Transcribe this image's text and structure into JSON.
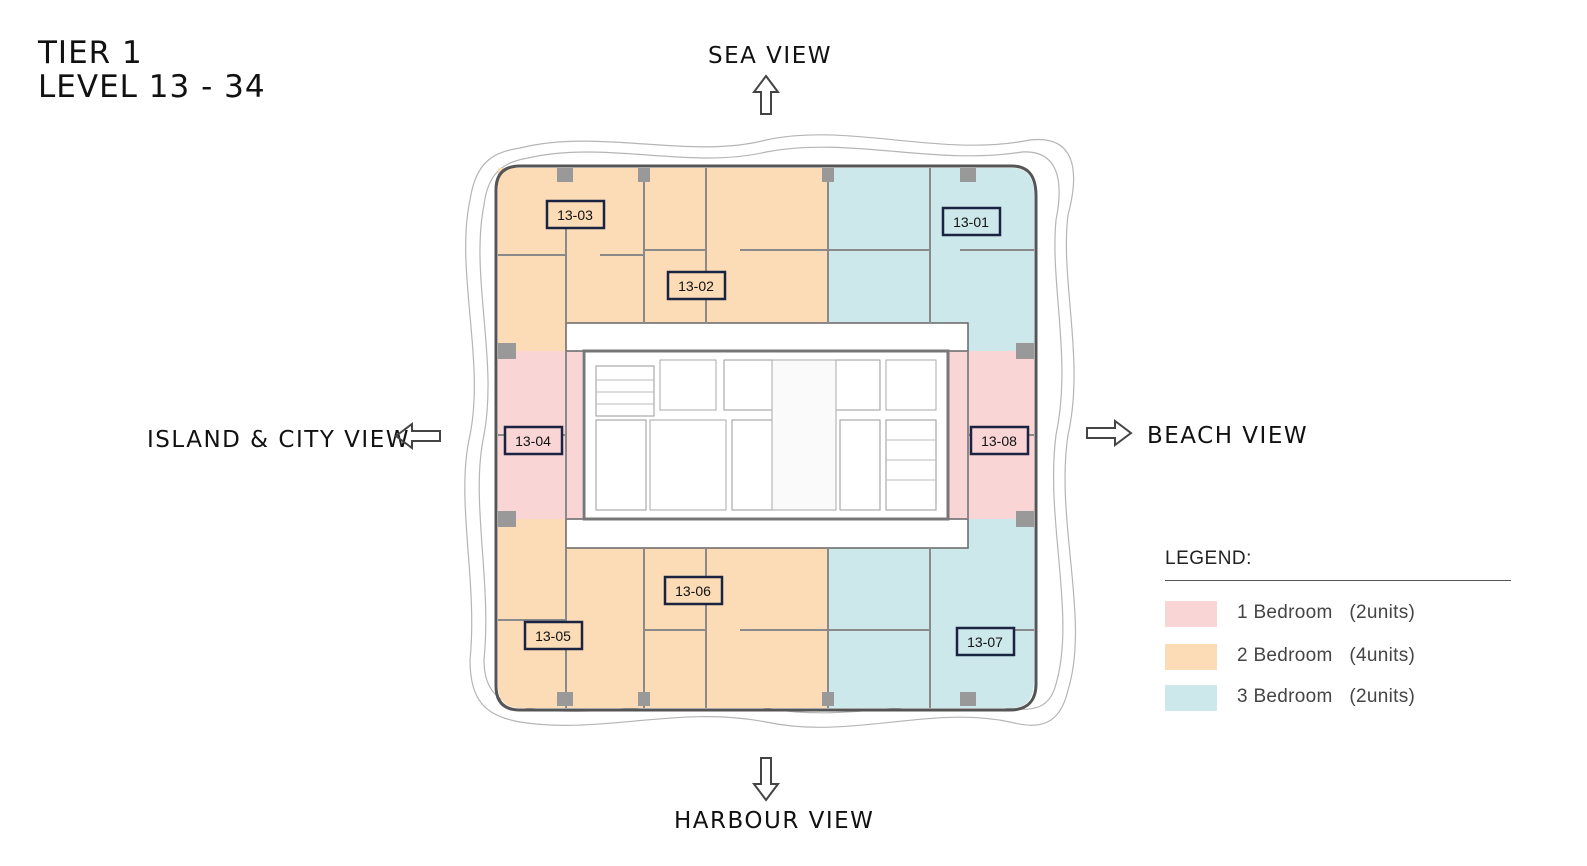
{
  "title": {
    "line1": "TIER 1",
    "line2": "LEVEL 13 - 34"
  },
  "views": {
    "sea": "SEA VIEW",
    "harbour": "HARBOUR VIEW",
    "island_city": "ISLAND & CITY VIEW",
    "beach": "BEACH VIEW"
  },
  "units": {
    "u1301": "13-01",
    "u1302": "13-02",
    "u1303": "13-03",
    "u1304": "13-04",
    "u1305": "13-05",
    "u1306": "13-06",
    "u1307": "13-07",
    "u1308": "13-08"
  },
  "legend": {
    "title": "LEGEND:",
    "items": [
      {
        "label": "1 Bedroom   (2units)",
        "color": "#f9d5d5"
      },
      {
        "label": "2 Bedroom   (4units)",
        "color": "#fbdcb7"
      },
      {
        "label": "3 Bedroom   (2units)",
        "color": "#cde8ea"
      }
    ]
  },
  "colors": {
    "one_bedroom": "#f9d5d5",
    "two_bedroom": "#fbdcb7",
    "three_bedroom": "#cde8ea",
    "wall": "#8a8a8a",
    "arrow": "#444444"
  }
}
